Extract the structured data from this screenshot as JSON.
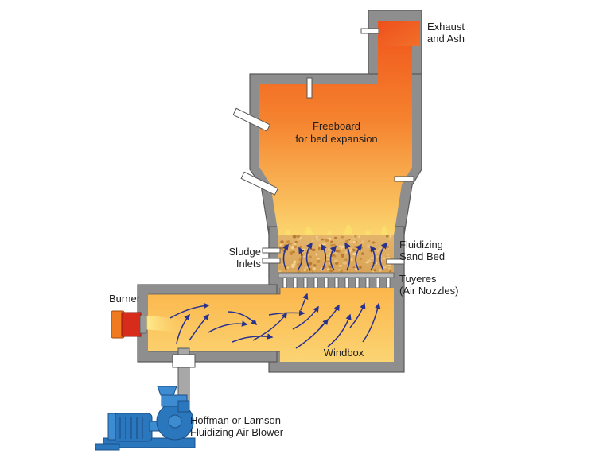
{
  "labels": {
    "exhaust": [
      "Exhaust",
      "and Ash"
    ],
    "freeboard": [
      "Freeboard",
      "for bed expansion"
    ],
    "sand_bed": [
      "Fluidizing",
      "Sand Bed"
    ],
    "sludge": [
      "Sludge",
      "Inlets"
    ],
    "tuyeres": [
      "Tuyeres",
      "(Air Nozzles)"
    ],
    "burner": "Burner",
    "windbox": "Windbox",
    "blower": [
      "Hoffman or Lamson",
      "Fluidizing Air Blower"
    ]
  },
  "colors": {
    "wall": "#8e8e8e",
    "wall_edge": "#5a5a5a",
    "fire_top": "#f0541c",
    "fire_bottom": "#fbd56e",
    "windbox": "#fbd473",
    "air_arrow": "#29328f",
    "blower": "#2b77be"
  }
}
